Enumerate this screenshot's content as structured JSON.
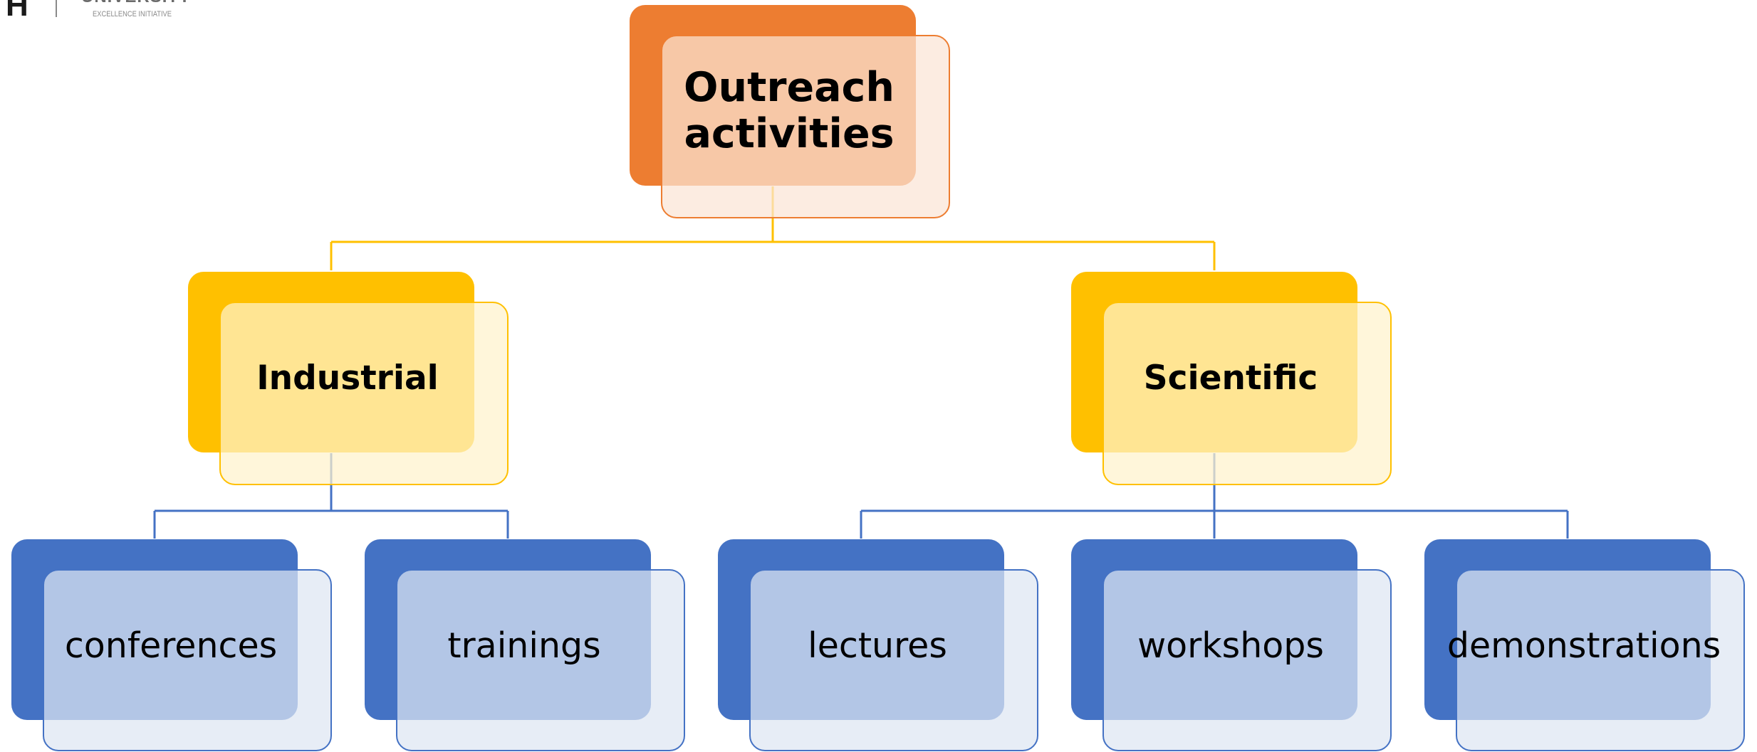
{
  "logo": {
    "letter": "H",
    "word": "UNIVERSITY",
    "subtitle": "EXCELLENCE INITIATIVE"
  },
  "colors": {
    "root": "#ED7D31",
    "mid": "#FFC000",
    "leaf": "#4472C4",
    "root_connector": "#FFC000",
    "leaf_connector": "#4472C4"
  },
  "diagram": {
    "root": {
      "label": "Outreach activities",
      "line1": "Outreach",
      "line2": "activities"
    },
    "branches": [
      {
        "label": "Industrial",
        "children": [
          "conferences",
          "trainings"
        ]
      },
      {
        "label": "Scientific",
        "children": [
          "lectures",
          "workshops",
          "demonstrations"
        ]
      }
    ]
  }
}
